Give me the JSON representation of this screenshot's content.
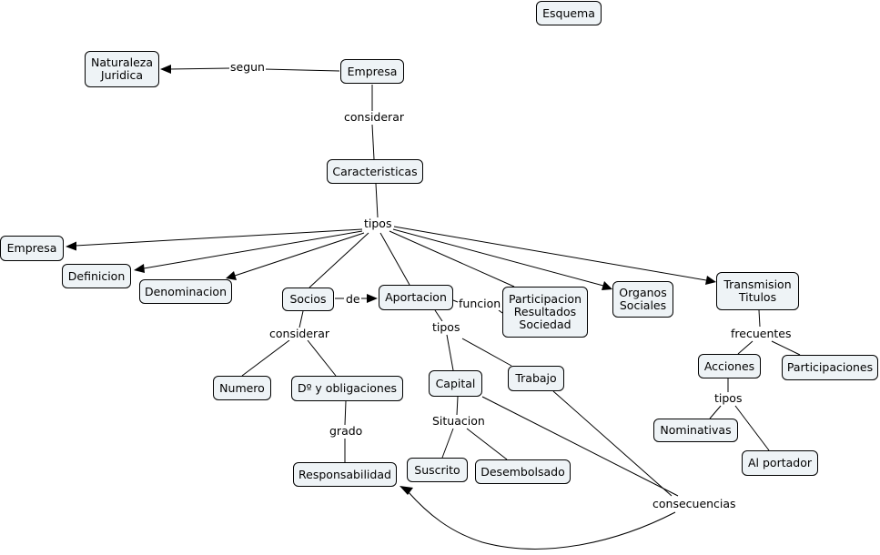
{
  "concepts": {
    "esquema": "Esquema",
    "naturaleza": "Naturaleza\nJuridica",
    "empresa_top": "Empresa",
    "caracteristicas": "Caracteristicas",
    "empresa_left": "Empresa",
    "definicion": "Definicion",
    "denominacion": "Denominacion",
    "socios": "Socios",
    "aportacion": "Aportacion",
    "participacion": "Participacion\nResultados\nSociedad",
    "organos": "Organos\nSociales",
    "transmision": "Transmision\nTitulos",
    "numero": "Numero",
    "derechos": "Dº y obligaciones",
    "responsabilidad": "Responsabilidad",
    "capital": "Capital",
    "trabajo": "Trabajo",
    "suscrito": "Suscrito",
    "desembolsado": "Desembolsado",
    "acciones": "Acciones",
    "participaciones": "Participaciones",
    "nominativas": "Nominativas",
    "portador": "Al portador"
  },
  "links": {
    "segun": "segun",
    "considerar_1": "considerar",
    "tipos_1": "tipos",
    "de": "de",
    "funcion": "funcion",
    "considerar_2": "considerar",
    "tipos_2": "tipos",
    "grado": "grado",
    "situacion": "Situacion",
    "consecuencias": "consecuencias",
    "frecuentes": "frecuentes",
    "tipos_3": "tipos"
  }
}
